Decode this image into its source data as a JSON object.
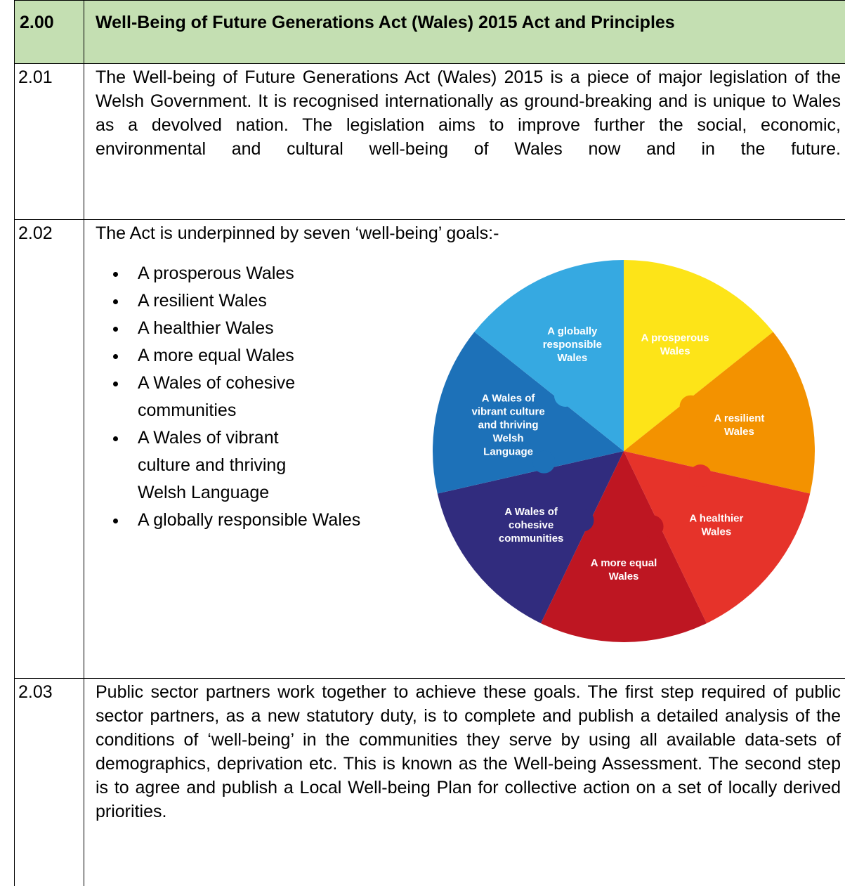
{
  "header": {
    "number": "2.00",
    "title": "Well-Being of Future Generations Act (Wales) 2015 Act and Principles"
  },
  "rows": [
    {
      "number": "2.01",
      "text": "The Well-being of Future Generations Act (Wales) 2015 is a piece of major legislation of the Welsh Government. It is recognised internationally as ground-breaking and is unique to Wales as a devolved nation. The legislation aims to improve further the social, economic, environmental and cultural well-being of Wales now and in the future."
    },
    {
      "number": "2.02",
      "intro": "The Act is underpinned by seven ‘well-being’ goals:-",
      "goals": [
        "A prosperous Wales",
        "A resilient Wales",
        "A healthier Wales",
        "A more equal Wales",
        "A Wales of cohesive communities",
        "A Wales of vibrant culture and thriving Welsh Language",
        "A globally responsible Wales"
      ],
      "wheel": [
        {
          "label": [
            "A prosperous",
            "Wales"
          ],
          "color": "#fde418"
        },
        {
          "label": [
            "A resilient",
            "Wales"
          ],
          "color": "#f39200"
        },
        {
          "label": [
            "A healthier",
            "Wales"
          ],
          "color": "#e6332a"
        },
        {
          "label": [
            "A more equal",
            "Wales"
          ],
          "color": "#be1622"
        },
        {
          "label": [
            "A Wales of",
            "cohesive",
            "communities"
          ],
          "color": "#312c7e"
        },
        {
          "label": [
            "A Wales of",
            "vibrant culture",
            "and thriving",
            "Welsh",
            "Language"
          ],
          "color": "#1d71b8"
        },
        {
          "label": [
            "A globally",
            "responsible",
            "Wales"
          ],
          "color": "#36a9e1"
        }
      ]
    },
    {
      "number": "2.03",
      "text": "Public sector partners work together to achieve these goals.  The first step required of public sector partners, as a new statutory duty, is to complete and publish a detailed analysis of the conditions of ‘well-being’ in the communities they serve by using all available data-sets of demographics, deprivation etc.  This is known as the Well-being Assessment.  The second step is to agree and publish a Local Well-being Plan for collective action on a set of locally derived priorities."
    }
  ]
}
